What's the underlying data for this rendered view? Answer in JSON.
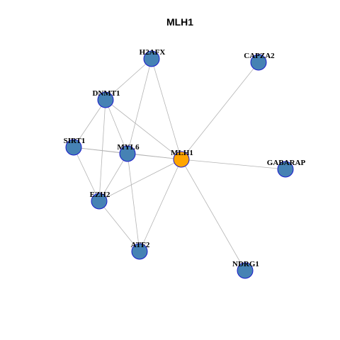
{
  "title": "MLH1",
  "colors": {
    "node_fill": "#4682b4",
    "hub_fill": "#ffa500",
    "node_stroke": "#1a1acc",
    "edge": "#b4b4b4"
  },
  "nodes": [
    {
      "id": "H2AFX",
      "label": "H2AFX"
    },
    {
      "id": "CAPZA2",
      "label": "CAPZA2"
    },
    {
      "id": "DNMT1",
      "label": "DNMT1"
    },
    {
      "id": "SIRT1",
      "label": "SIRT1"
    },
    {
      "id": "MYL6",
      "label": "MYL6"
    },
    {
      "id": "MLH1",
      "label": "MLH1",
      "hub": true
    },
    {
      "id": "GABARAP",
      "label": "GABARAP"
    },
    {
      "id": "EZH2",
      "label": "EZH2"
    },
    {
      "id": "ATF2",
      "label": "ATF2"
    },
    {
      "id": "NDRG1",
      "label": "NDRG1"
    }
  ],
  "edges": [
    [
      "H2AFX",
      "DNMT1"
    ],
    [
      "H2AFX",
      "MYL6"
    ],
    [
      "H2AFX",
      "MLH1"
    ],
    [
      "CAPZA2",
      "MLH1"
    ],
    [
      "DNMT1",
      "SIRT1"
    ],
    [
      "DNMT1",
      "MYL6"
    ],
    [
      "DNMT1",
      "MLH1"
    ],
    [
      "DNMT1",
      "EZH2"
    ],
    [
      "SIRT1",
      "MYL6"
    ],
    [
      "SIRT1",
      "MLH1"
    ],
    [
      "SIRT1",
      "EZH2"
    ],
    [
      "MYL6",
      "MLH1"
    ],
    [
      "MYL6",
      "EZH2"
    ],
    [
      "MYL6",
      "ATF2"
    ],
    [
      "MLH1",
      "GABARAP"
    ],
    [
      "MLH1",
      "EZH2"
    ],
    [
      "MLH1",
      "ATF2"
    ],
    [
      "MLH1",
      "NDRG1"
    ],
    [
      "EZH2",
      "ATF2"
    ]
  ]
}
